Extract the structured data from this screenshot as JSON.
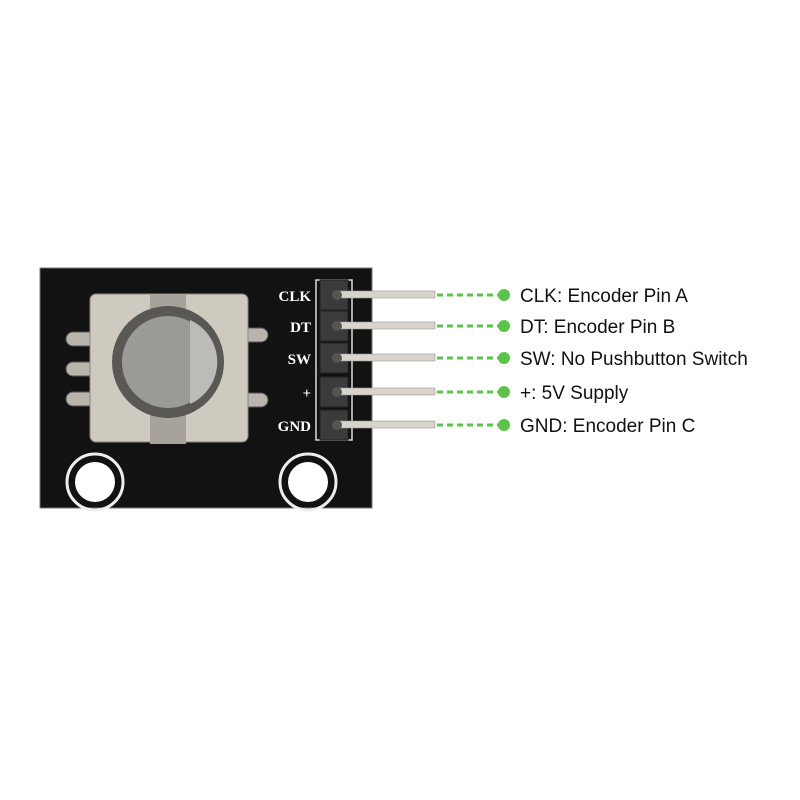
{
  "board_labels": [
    "CLK",
    "DT",
    "SW",
    "+",
    "GND"
  ],
  "pins": [
    {
      "name": "CLK",
      "description": "CLK: Encoder Pin A"
    },
    {
      "name": "DT",
      "description": "DT: Encoder Pin B"
    },
    {
      "name": "SW",
      "description": "SW: No Pushbutton Switch"
    },
    {
      "name": "+",
      "description": "+: 5V Supply"
    },
    {
      "name": "GND",
      "description": "GND: Encoder Pin C"
    }
  ],
  "colors": {
    "board": "#111111",
    "callout": "#5cc24a",
    "encoder": "#cfcabf"
  }
}
